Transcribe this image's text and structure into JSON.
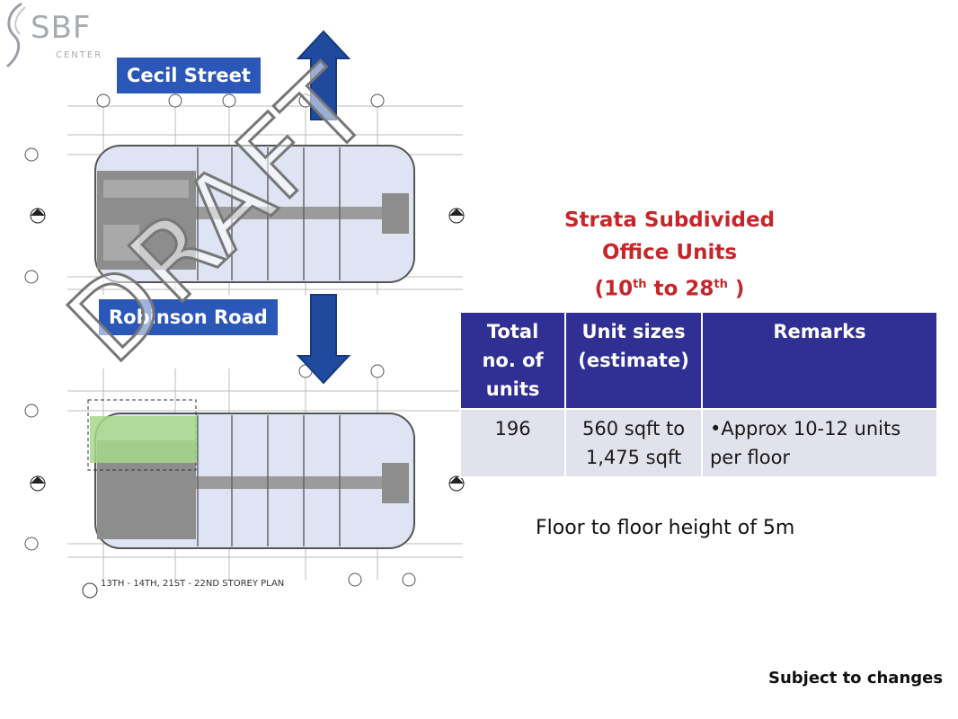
{
  "logo": {
    "brand": "SBF",
    "sub": "CENTER"
  },
  "plans": {
    "top_street": "Cecil Street",
    "bottom_street": "Robinson Road",
    "bottom_caption": "13TH - 14TH, 21ST - 22ND STOREY PLAN"
  },
  "watermark": "DRAFT",
  "headline": {
    "line1": "Strata Subdivided",
    "line2": "Office Units",
    "line3_open": "(10",
    "line3_sup1": "th",
    "line3_mid": " to 28",
    "line3_sup2": "th",
    "line3_close": " )"
  },
  "table": {
    "headers": [
      "Total no. of units",
      "Unit sizes (estimate)",
      "Remarks"
    ],
    "row": [
      "196",
      "560 sqft to 1,475 sqft",
      "•Approx 10-12 units per floor"
    ]
  },
  "height_note": "Floor to floor height of 5m",
  "footer_note": "Subject to changes",
  "colors": {
    "header_bg": "#302f94",
    "title_red": "#c3272b",
    "street_blue": "#2b57b8",
    "arrow_blue": "#1f4a9e"
  }
}
